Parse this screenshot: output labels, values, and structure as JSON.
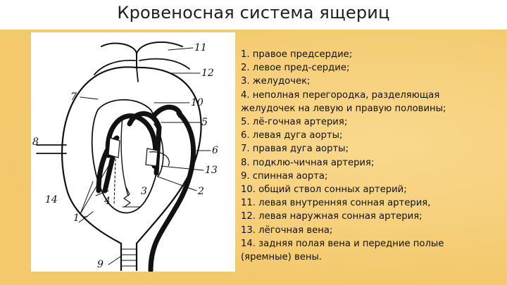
{
  "slide": {
    "title": "Кровеносная система ящериц"
  },
  "legend": {
    "items": [
      "1. правое предсердие;",
      "2. левое пред-сердие;",
      "3. желудочек;",
      "4. неполная перегородка, разделяющая желудочек на левую и правую половины;",
      "5. лё-гочная артерия;",
      "6. левая дуга аорты;",
      "7. правая дуга аорты;",
      "8. подклю-чичная артерия;",
      "9. спинная аорта;",
      "10. общий ствол сонных артерий;",
      "11. левая внутренняя сонная артерия,",
      "12. левая наружная сонная артерия;",
      "13. лёгочная вена;",
      "14. задняя полая вена и передние полые (яремные) вены."
    ]
  },
  "diagram": {
    "labels": [
      "11",
      "12",
      "7",
      "10",
      "5",
      "8",
      "6",
      "13",
      "2",
      "3",
      "14",
      "4",
      "1",
      "9"
    ]
  }
}
